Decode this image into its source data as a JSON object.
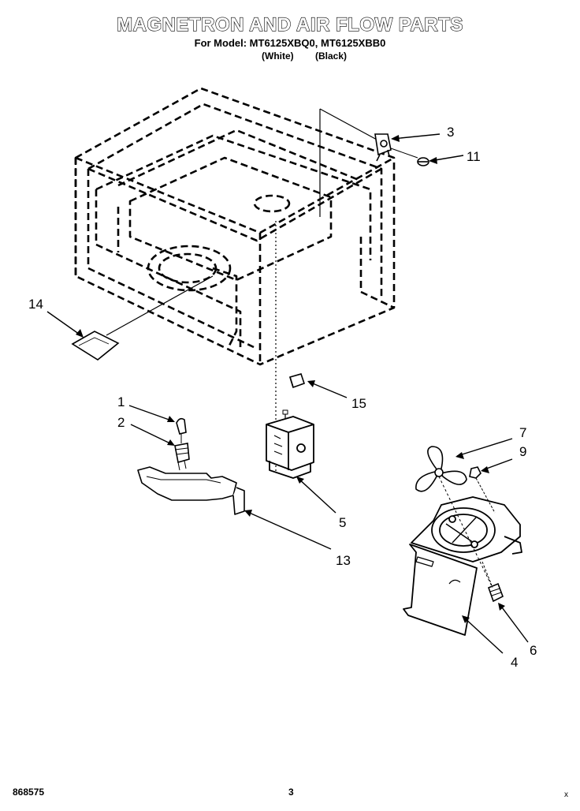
{
  "header": {
    "title": "MAGNETRON AND AIR FLOW PARTS",
    "model_line": "For Model: MT6125XBQ0, MT6125XBB0",
    "variants": [
      "(White)",
      "(Black)"
    ]
  },
  "callouts": [
    "1",
    "2",
    "3",
    "4",
    "5",
    "6",
    "7",
    "9",
    "11",
    "13",
    "14",
    "15"
  ],
  "footer": {
    "doc_number": "868575",
    "page_number": "3",
    "corner_mark": "x"
  }
}
